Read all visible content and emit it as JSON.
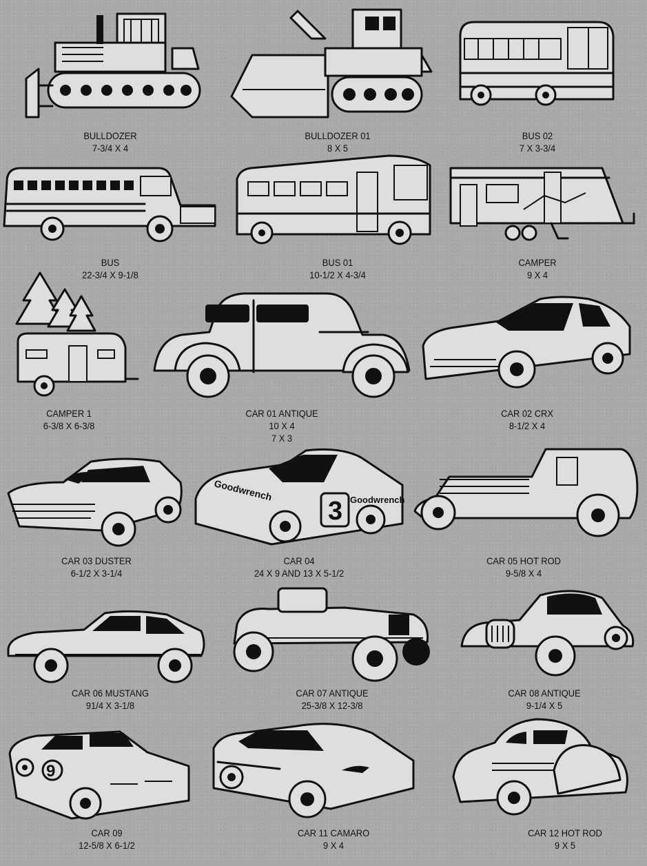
{
  "items": [
    {
      "name": "BULLDOZER",
      "size": "7-3/4 X 4",
      "icon": "bulldozer-icon"
    },
    {
      "name": "BULLDOZER 01",
      "size": "8 X 5",
      "icon": "bulldozer-icon"
    },
    {
      "name": "BUS 02",
      "size": "7 X 3-3/4",
      "icon": "bus-icon"
    },
    {
      "name": "BUS",
      "size": "22-3/4 X 9-1/8",
      "icon": "school-bus-icon"
    },
    {
      "name": "BUS 01",
      "size": "10-1/2 X 4-3/4",
      "icon": "bus-icon"
    },
    {
      "name": "CAMPER",
      "size": "9 X 4",
      "icon": "camper-trailer-icon"
    },
    {
      "name": "CAMPER 1",
      "size": "6-3/8 X 6-3/8",
      "icon": "camper-trees-icon"
    },
    {
      "name": "CAR 01 ANTIQUE",
      "size": "10 X 4",
      "size2": "7 X 3",
      "icon": "antique-car-icon"
    },
    {
      "name": "CAR  02 CRX",
      "size": "8-1/2 X 4",
      "icon": "hatchback-car-icon"
    },
    {
      "name": "CAR 03 DUSTER",
      "size": "6-1/2 X 3-1/4",
      "icon": "muscle-car-icon"
    },
    {
      "name": "CAR  04",
      "size": "24 X 9  AND  13 X 5-1/2",
      "icon": "race-car-icon",
      "car_texts": [
        "Goodwrench",
        "3",
        "Goodwrench"
      ]
    },
    {
      "name": "CAR 05 HOT ROD",
      "size": "9-5/8 X 4",
      "icon": "hot-rod-icon"
    },
    {
      "name": "CAR 06 MUSTANG",
      "size": "91/4 X 3-1/8",
      "icon": "coupe-car-icon"
    },
    {
      "name": "CAR  07 ANTIQUE",
      "size": "25-3/8 X 12-3/8",
      "icon": "roadster-icon"
    },
    {
      "name": "CAR  08 ANTIQUE",
      "size": "9-1/4 X 5",
      "icon": "antique-car-icon"
    },
    {
      "name": "CAR 09",
      "size": "12-5/8 X 6-1/2",
      "icon": "stock-car-icon",
      "car_texts": [
        "9"
      ]
    },
    {
      "name": "CAR 11 CAMARO",
      "size": "9 X 4",
      "icon": "sports-car-icon"
    },
    {
      "name": "CAR 12  HOT ROD",
      "size": "9 X 5",
      "icon": "hot-rod-icon"
    }
  ]
}
